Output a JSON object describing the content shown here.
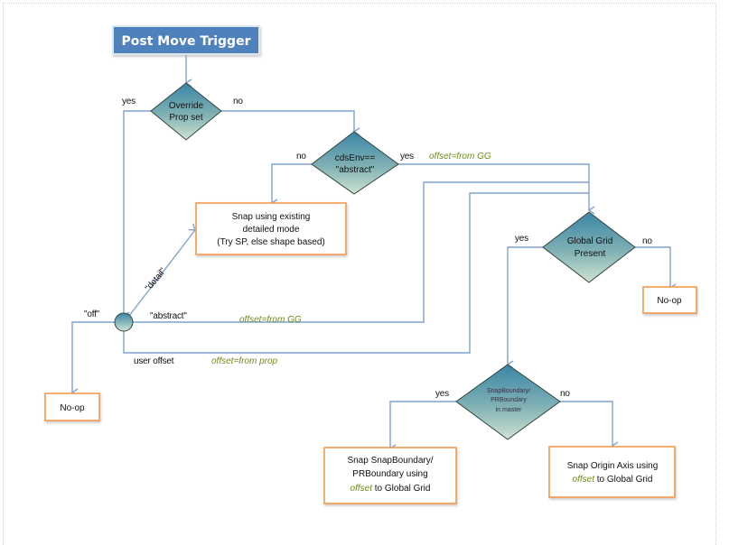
{
  "title": "Post Move Trigger",
  "colors": {
    "title_fill": "#4f81bd",
    "connector": "#7fa2d0",
    "box_border": "#f39a4e",
    "diamond_top": "#3d8aa8",
    "diamond_bottom": "#c5dccd",
    "offset_text": "#6e8a1e"
  },
  "decisions": {
    "override": {
      "lines": [
        "Override",
        "Prop set"
      ],
      "yes": "yes",
      "no": "no"
    },
    "cds_env": {
      "lines": [
        "cdsEnv==",
        "\"abstract\""
      ],
      "yes": "yes",
      "no": "no",
      "yes_note": "offset=from GG"
    },
    "global_grid": {
      "lines": [
        "Global Grid",
        "Present"
      ],
      "yes": "yes",
      "no": "no"
    },
    "snap_boundary": {
      "lines": [
        "SnapBoundary/",
        "PRBoundary",
        "in master"
      ],
      "yes": "yes",
      "no": "no"
    }
  },
  "switch": {
    "off": "\"off\"",
    "detail": "\"detail\"",
    "abstract": "\"abstract\"",
    "abstract_note": "offset=from GG",
    "user_offset": "user offset",
    "user_offset_note": "offset=from prop"
  },
  "boxes": {
    "snap_existing": [
      "Snap using existing",
      "detailed mode",
      "(Try SP, else shape based)"
    ],
    "noop_right": "No-op",
    "noop_left": "No-op",
    "snap_boundary": {
      "line1": "Snap SnapBoundary/",
      "line2": "PRBoundary using",
      "offset_word": "offset",
      "line3_rest": " to Global Grid"
    },
    "snap_origin": {
      "line1": "Snap Origin Axis using",
      "offset_word": "offset",
      "line2_rest": " to Global Grid"
    }
  }
}
